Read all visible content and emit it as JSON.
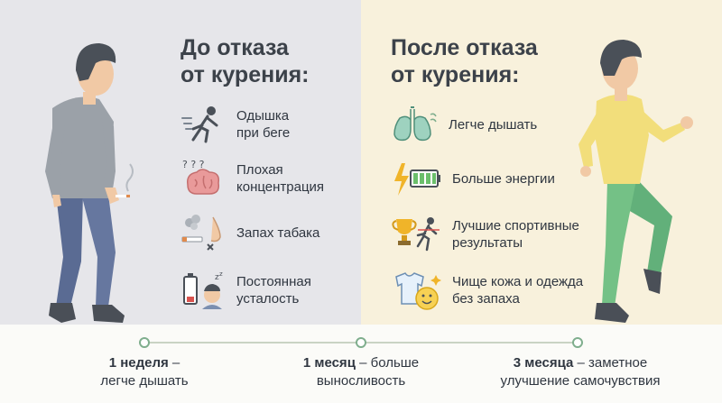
{
  "before": {
    "title_line1": "До отказа",
    "title_line2": "от курения:",
    "items": [
      {
        "icon": "running-out-of-breath-icon",
        "line1": "Одышка",
        "line2": "при беге"
      },
      {
        "icon": "brain-question-icon",
        "line1": "Плохая",
        "line2": "концентрация"
      },
      {
        "icon": "cigarette-nose-icon",
        "line1": "Запах табака",
        "line2": ""
      },
      {
        "icon": "low-battery-tired-icon",
        "line1": "Постоянная",
        "line2": "усталость"
      }
    ]
  },
  "after": {
    "title_line1": "После отказа",
    "title_line2": "от курения:",
    "items": [
      {
        "icon": "lungs-icon",
        "line1": "Легче дышать",
        "line2": ""
      },
      {
        "icon": "lightning-battery-icon",
        "line1": "Больше энергии",
        "line2": ""
      },
      {
        "icon": "trophy-runner-icon",
        "line1": "Лучшие спортивные",
        "line2": "результаты"
      },
      {
        "icon": "shirt-smile-icon",
        "line1": "Чище кожа и одежда",
        "line2": "без запаха"
      }
    ]
  },
  "timeline": [
    {
      "period": "1 неделя",
      "rest": " –",
      "line2": "легче дышать"
    },
    {
      "period": "1 месяц",
      "rest": " – больше",
      "line2": "выносливость"
    },
    {
      "period": "3 месяца",
      "rest": " – заметное",
      "line2": "улучшение самочувствия"
    }
  ],
  "colors": {
    "left_bg": "#e6e6ea",
    "right_bg": "#f8f1dc",
    "timeline_accent": "#7fae8d",
    "text": "#2f3640"
  }
}
